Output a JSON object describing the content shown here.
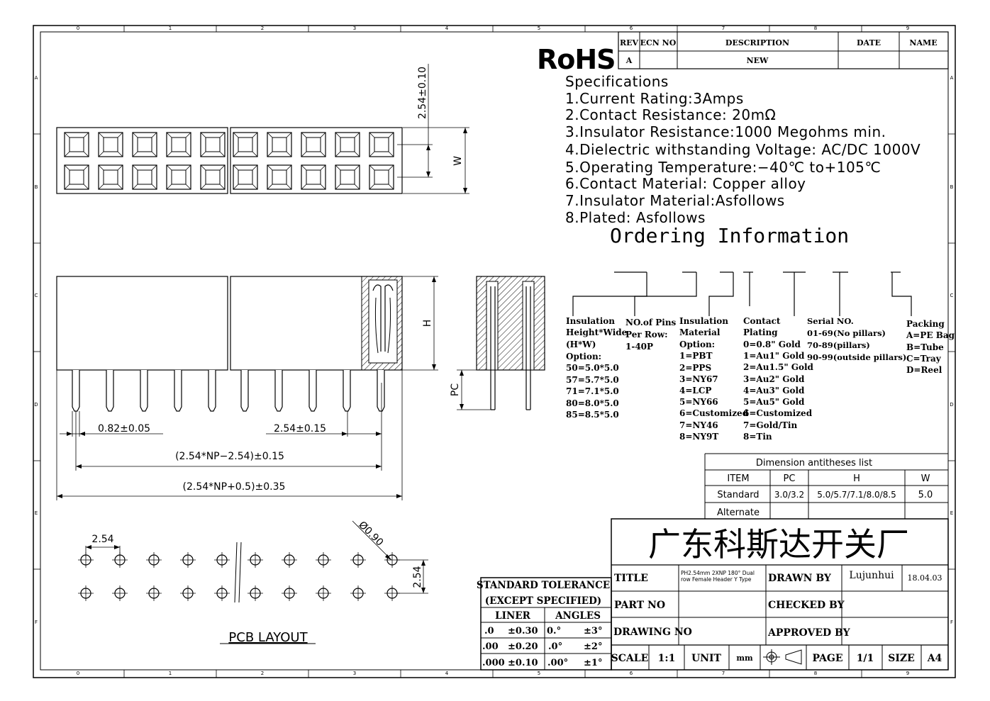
{
  "border": {
    "cols": [
      "0",
      "1",
      "2",
      "3",
      "4",
      "5",
      "6",
      "7",
      "8",
      "9"
    ],
    "rows": [
      "A",
      "B",
      "C",
      "D",
      "E",
      "F"
    ]
  },
  "revision_table": {
    "headers": [
      "REV",
      "ECN NO",
      "DESCRIPTION",
      "DATE",
      "NAME"
    ],
    "row": [
      "A",
      "",
      "NEW",
      "",
      ""
    ]
  },
  "rohs": "RoHS",
  "specs": [
    "Specifications",
    "1.Current  Rating:3Amps",
    "2.Contact  Resistance:  20mΩ",
    "3.Insulator  Resistance:1000  Megohms  min.",
    "4.Dielectric  withstanding  Voltage:  AC/DC  1000V",
    "5.Operating  Temperature:−40℃  to+105℃",
    "6.Contact  Material:  Copper  alloy",
    "7.Insulator  Material:Asfollows",
    "8.Plated:  Asfollows"
  ],
  "ordering_title": "Ordering  Information",
  "ordering": {
    "insulation_height": [
      "Insulation",
      "Height*Wide",
      "(H*W)",
      "Option:",
      "50=5.0*5.0",
      "57=5.7*5.0",
      "71=7.1*5.0",
      "80=8.0*5.0",
      "85=8.5*5.0"
    ],
    "pins": [
      "NO.of Pins",
      "Per Row:",
      "1-40P"
    ],
    "material": [
      "Insulation",
      "Material",
      "Option:",
      "1=PBT",
      "2=PPS",
      "3=NY67",
      "4=LCP",
      "5=NY66",
      "6=Customized",
      "7=NY46",
      "8=NY9T"
    ],
    "plating": [
      "Contact",
      "Plating",
      "0=0.8\" Gold",
      "1=Au1\" Gold",
      "2=Au1.5\" Gold",
      "3=Au2\" Gold",
      "4=Au3\" Gold",
      "5=Au5\" Gold",
      "6=Customized",
      "7=Gold/Tin",
      "8=Tin"
    ],
    "serial": [
      "Serial NO.",
      "01-69(No pillars)",
      "70-89(pillars)",
      "90-99(outside pillars)"
    ],
    "packing": [
      "Packing",
      "A=PE Bag",
      "B=Tube",
      "C=Tray",
      "D=Reel"
    ]
  },
  "dims": {
    "pitch_vertical": "2.54±0.10",
    "w": "W",
    "h": "H",
    "pc": "PC",
    "pin_width": "0.82±0.05",
    "pin_pitch": "2.54±0.15",
    "span1": "(2.54*NP−2.54)±0.15",
    "span2": "(2.54*NP+0.5)±0.35",
    "pcb_pitch_h": "2.54",
    "pcb_pitch_v": "2.54",
    "hole": "Ø0.90",
    "pcb_label": "PCB  LAYOUT"
  },
  "dim_list": {
    "title": "Dimension  antitheses  list",
    "headers": [
      "ITEM",
      "PC",
      "H",
      "W"
    ],
    "rows": [
      [
        "Standard",
        "3.0/3.2",
        "5.0/5.7/7.1/8.0/8.5",
        "5.0"
      ],
      [
        "Alternate",
        "",
        "",
        ""
      ]
    ]
  },
  "company": "广东科斯达开关厂",
  "tolerance": {
    "title1": "STANDARD  TOLERANCE",
    "title2": "(EXCEPT   SPECIFIED)",
    "h1": "LINER",
    "h2": "ANGLES",
    "rows": [
      [
        ".0",
        "±0.30",
        "0.°",
        "±3°"
      ],
      [
        ".00",
        "±0.20",
        ".0°",
        "±2°"
      ],
      [
        ".000",
        "±0.10",
        ".00°",
        "±1°"
      ]
    ]
  },
  "title_block": {
    "title_label": "TITLE",
    "title_value_1": "PH2.54mm    2XNP  180°  Dual",
    "title_value_2": "row  Female  Header  Y  Type",
    "drawn_label": "DRAWN  BY",
    "drawn_value": "Lujunhui",
    "drawn_date": "18.04.03",
    "part_label": "PART  NO",
    "checked_label": "CHECKED  BY",
    "drawing_label": "DRAWING  NO",
    "approved_label": "APPROVED  BY",
    "scale_label": "SCALE",
    "scale_value": "1:1",
    "unit_label": "UNIT",
    "unit_value": "mm",
    "page_label": "PAGE",
    "page_value": "1/1",
    "size_label": "SIZE",
    "size_value": "A4"
  }
}
